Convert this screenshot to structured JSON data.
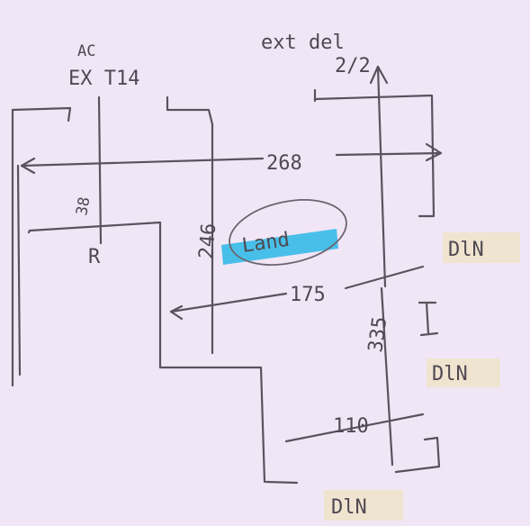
{
  "annotations": {
    "ac_label": "AC",
    "ex_t14_label": "EX T14",
    "ext_door_label": "ext del",
    "ext_door_size": "2/2",
    "dim_268": "268",
    "dim_38": "38",
    "dim_246": "246",
    "dim_175": "175",
    "dim_335": "335",
    "dim_110": "110",
    "room_label": "Land",
    "r_label": "R",
    "dln_1": "DlN",
    "dln_2": "DlN",
    "dln_3": "DlN",
    "i_mark": "I"
  },
  "colors": {
    "pencil": "#59535c",
    "paper": "#f1e6f6",
    "highlighter": "#2ab7e6",
    "dln_tag": "#efe3c8"
  }
}
